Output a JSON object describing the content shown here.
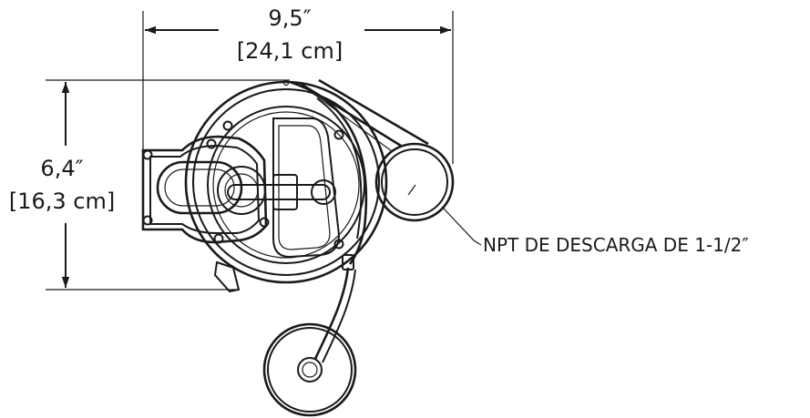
{
  "dimensions": {
    "width": {
      "imperial": "9,5″",
      "metric": "[24,1 cm]"
    },
    "depth": {
      "imperial": "6,4″",
      "metric": "[16,3 cm]"
    }
  },
  "callouts": {
    "discharge": "NPT DE DESCARGA DE 1-1/2″"
  }
}
